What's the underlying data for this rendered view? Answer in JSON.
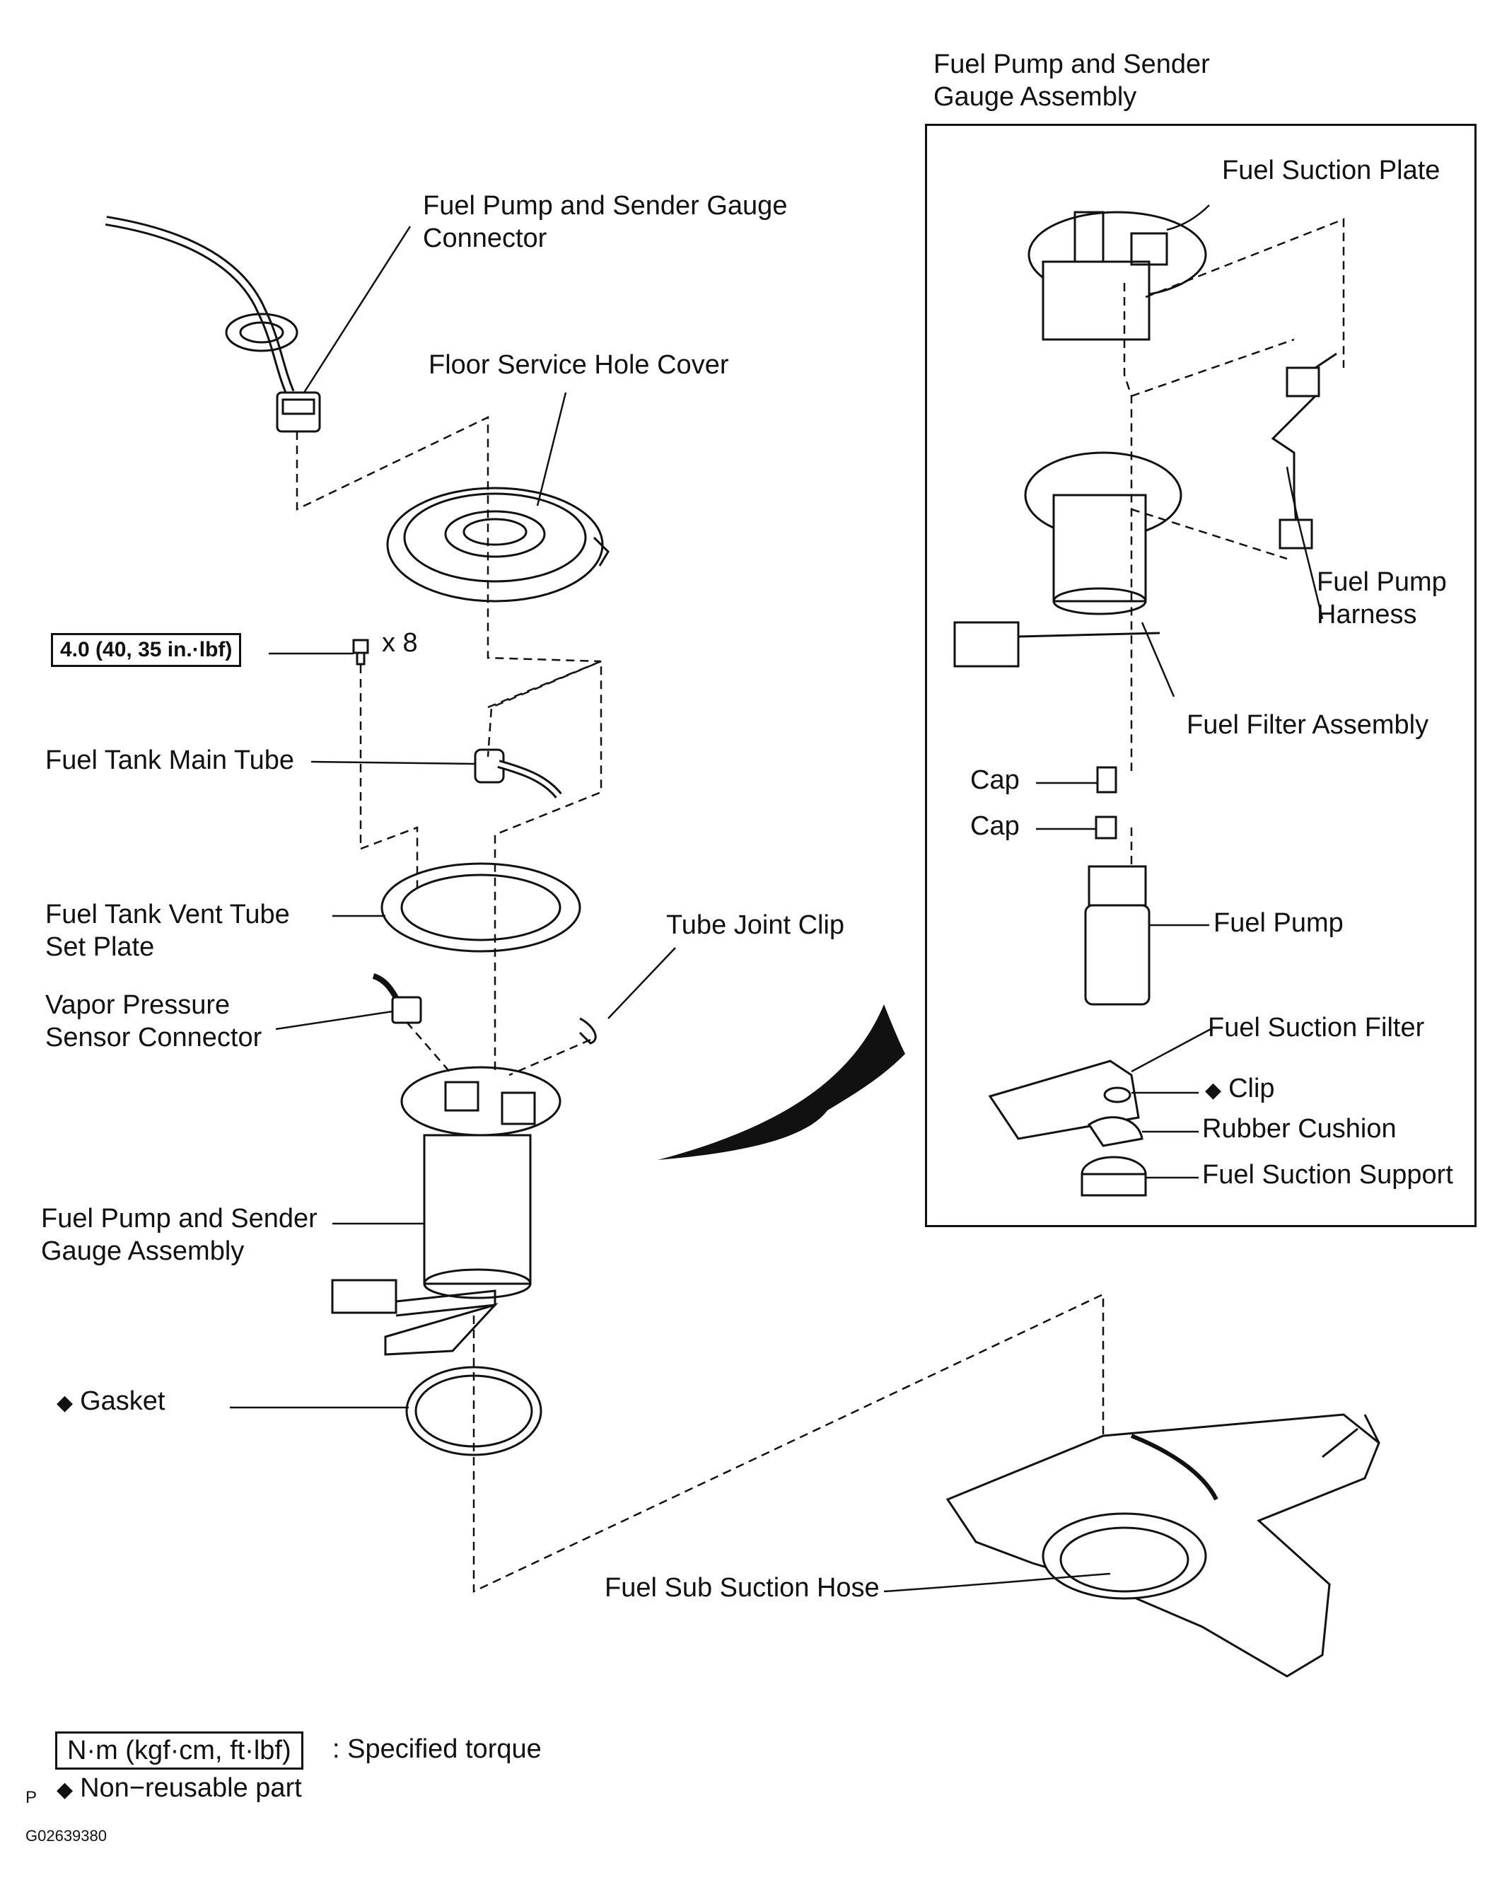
{
  "inset_title": [
    "Fuel Pump and Sender",
    "Gauge Assembly"
  ],
  "labels": {
    "fuel_suction_plate": "Fuel Suction Plate",
    "sender_connector": [
      "Fuel Pump and Sender Gauge",
      "Connector"
    ],
    "floor_service_hole_cover": "Floor Service Hole Cover",
    "fuel_pump_harness": [
      "Fuel Pump",
      "Harness"
    ],
    "torque_value": "4.0 (40, 35 in.·lbf)",
    "quantity": "x 8",
    "fuel_filter_assembly": "Fuel Filter Assembly",
    "fuel_tank_main_tube": "Fuel Tank Main Tube",
    "cap_1": "Cap",
    "cap_2": "Cap",
    "fuel_tank_vent_tube_set_plate": [
      "Fuel Tank Vent Tube",
      "Set Plate"
    ],
    "tube_joint_clip": "Tube Joint Clip",
    "fuel_pump": "Fuel Pump",
    "vapor_pressure_sensor_connector": [
      "Vapor Pressure",
      "Sensor Connector"
    ],
    "fuel_suction_filter": "Fuel Suction Filter",
    "clip": "Clip",
    "rubber_cushion": "Rubber Cushion",
    "fuel_suction_support": "Fuel Suction Support",
    "fuel_pump_sender_gauge_assembly": [
      "Fuel Pump and Sender",
      "Gauge Assembly"
    ],
    "gasket": "Gasket",
    "fuel_sub_suction_hose": "Fuel Sub Suction Hose"
  },
  "legend": {
    "torque_unit": "N·m (kgf·cm, ft·lbf)",
    "torque_desc": ": Specified torque",
    "non_reusable": "Non−reusable part"
  },
  "marker": "◆",
  "footer": {
    "p_mark": "P",
    "figure_code": "G02639380"
  }
}
